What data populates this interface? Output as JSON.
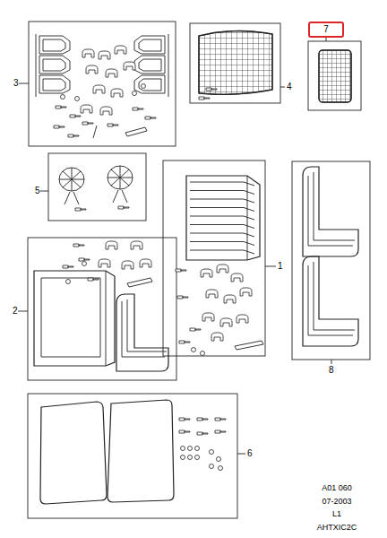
{
  "diagram": {
    "nodes": [
      {
        "text": [
          "7"
        ]
      }
    ],
    "labels": [
      "3",
      "4",
      "5",
      "1",
      "2",
      "8",
      "6",
      "A01 060",
      "07-2003",
      "L1",
      "AHTXIC2C"
    ]
  }
}
